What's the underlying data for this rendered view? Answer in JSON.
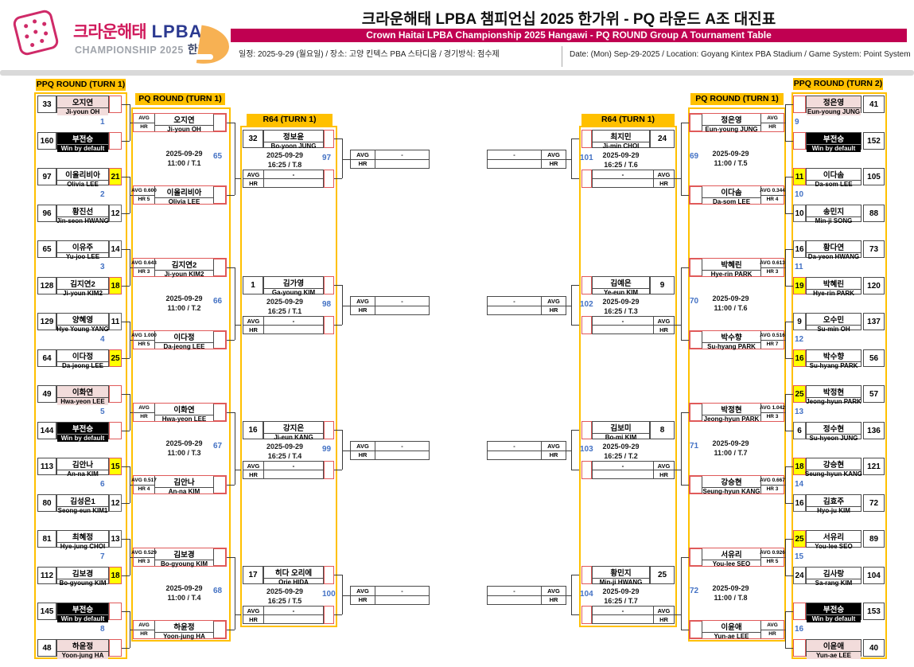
{
  "header": {
    "logo": {
      "brand_kr": "크라운해태",
      "brand_lpba": "LPBA",
      "sub": "CHAMPIONSHIP 2025",
      "sub_kr": "한가위"
    },
    "title_kr": "크라운해태 LPBA 챔피언십 2025 한가위 - PQ 라운드 A조 대진표",
    "title_en": "Crown Haitai LPBA Championship 2025 Hangawi - PQ ROUND Group A Tournament Table",
    "info_kr": "일정: 2025-9-29 (월요일) / 장소: 고양 킨텍스 PBA 스타디움 / 경기방식: 점수제",
    "info_en": "Date: (Mon) Sep-29-2025 / Location: Goyang Kintex PBA Stadium / Game System: Point System"
  },
  "bracket": {
    "left": {
      "ppq_header": "PPQ ROUND (TURN 1)",
      "pq_header": "PQ ROUND (TURN 1)",
      "r64_header": "R64 (TURN 1)",
      "ppq_match_numbers": [
        "1",
        "2",
        "3",
        "4",
        "5",
        "6",
        "7",
        "8"
      ],
      "ppq_slots": [
        {
          "seed": "33",
          "kr": "오지연",
          "en": "Ji-youn OH",
          "score": "",
          "variant": "pink"
        },
        {
          "seed": "160",
          "kr": "부전승",
          "en": "Win by default",
          "score": "",
          "variant": "bye"
        },
        {
          "seed": "97",
          "kr": "이올리비아",
          "en": "Olivia LEE",
          "score": "21",
          "variant": "win"
        },
        {
          "seed": "96",
          "kr": "황진선",
          "en": "Jin-seon HWANG",
          "score": "12",
          "variant": "lose"
        },
        {
          "seed": "65",
          "kr": "이유주",
          "en": "Yu-joo LEE",
          "score": "14",
          "variant": "lose"
        },
        {
          "seed": "128",
          "kr": "김지연2",
          "en": "Ji-youn KIM2",
          "score": "18",
          "variant": "win"
        },
        {
          "seed": "129",
          "kr": "양혜영",
          "en": "Hye Young YANG",
          "score": "11",
          "variant": "lose"
        },
        {
          "seed": "64",
          "kr": "이다정",
          "en": "Da-jeong LEE",
          "score": "25",
          "variant": "win"
        },
        {
          "seed": "49",
          "kr": "이화연",
          "en": "Hwa-yeon LEE",
          "score": "",
          "variant": "pink"
        },
        {
          "seed": "144",
          "kr": "부전승",
          "en": "Win by default",
          "score": "",
          "variant": "bye"
        },
        {
          "seed": "113",
          "kr": "김안나",
          "en": "An-na KIM",
          "score": "15",
          "variant": "win"
        },
        {
          "seed": "80",
          "kr": "김성은1",
          "en": "Seong-eun KIM1",
          "score": "12",
          "variant": "lose"
        },
        {
          "seed": "81",
          "kr": "최혜정",
          "en": "Hye-jung CHOI",
          "score": "13",
          "variant": "lose"
        },
        {
          "seed": "112",
          "kr": "김보경",
          "en": "Bo-gyoung KIM",
          "score": "18",
          "variant": "win"
        },
        {
          "seed": "145",
          "kr": "부전승",
          "en": "Win by default",
          "score": "",
          "variant": "bye"
        },
        {
          "seed": "48",
          "kr": "하윤정",
          "en": "Yoon-jung HA",
          "score": "",
          "variant": "pink"
        }
      ],
      "pq_matches": [
        {
          "n": "65",
          "date": "2025-09-29",
          "time": "11:00 / T.1",
          "top": {
            "kr": "오지연",
            "en": "Ji-youn OH",
            "avg": "AVG",
            "hr": "HR"
          },
          "bottom": {
            "kr": "이올리비아",
            "en": "Olivia LEE",
            "avg": "AVG 0.600",
            "hr": "HR 5"
          }
        },
        {
          "n": "66",
          "date": "2025-09-29",
          "time": "11:00 / T.2",
          "top": {
            "kr": "김지연2",
            "en": "Ji-youn KIM2",
            "avg": "AVG 0.643",
            "hr": "HR 3"
          },
          "bottom": {
            "kr": "이다정",
            "en": "Da-jeong LEE",
            "avg": "AVG 1.000",
            "hr": "HR 5"
          }
        },
        {
          "n": "67",
          "date": "2025-09-29",
          "time": "11:00 / T.3",
          "top": {
            "kr": "이화연",
            "en": "Hwa-yeon LEE",
            "avg": "AVG",
            "hr": "HR"
          },
          "bottom": {
            "kr": "김안나",
            "en": "An-na KIM",
            "avg": "AVG 0.517",
            "hr": "HR 4"
          }
        },
        {
          "n": "68",
          "date": "2025-09-29",
          "time": "11:00 / T.4",
          "top": {
            "kr": "김보경",
            "en": "Bo-gyoung KIM",
            "avg": "AVG 0.529",
            "hr": "HR 3"
          },
          "bottom": {
            "kr": "하윤정",
            "en": "Yoon-jung HA",
            "avg": "AVG",
            "hr": "HR"
          }
        }
      ],
      "r64_matches": [
        {
          "n": "97",
          "seed": "32",
          "kr": "정보윤",
          "en": "Bo-yoon JUNG",
          "date": "2025-09-29",
          "time": "16:25 / T.8",
          "avg_label": "AVG",
          "hr_label": "HR",
          "avg_value": "-",
          "hr_value": ""
        },
        {
          "n": "98",
          "seed": "1",
          "kr": "김가영",
          "en": "Ga-young KIM",
          "date": "2025-09-29",
          "time": "16:25 / T.1",
          "avg_label": "AVG",
          "hr_label": "HR",
          "avg_value": "-",
          "hr_value": ""
        },
        {
          "n": "99",
          "seed": "16",
          "kr": "강지은",
          "en": "Ji-eun KANG",
          "date": "2025-09-29",
          "time": "16:25 / T.4",
          "avg_label": "AVG",
          "hr_label": "HR",
          "avg_value": "-",
          "hr_value": ""
        },
        {
          "n": "100",
          "seed": "17",
          "kr": "히다 오리에",
          "en": "Orie HIDA",
          "date": "2025-09-29",
          "time": "16:25 / T.5",
          "avg_label": "AVG",
          "hr_label": "HR",
          "avg_value": "-",
          "hr_value": ""
        }
      ],
      "winner_boxes": [
        {
          "avg_label": "AVG",
          "hr_label": "HR",
          "avg_value": "-",
          "hr_value": ""
        },
        {
          "avg_label": "AVG",
          "hr_label": "HR",
          "avg_value": "-",
          "hr_value": ""
        },
        {
          "avg_label": "AVG",
          "hr_label": "HR",
          "avg_value": "-",
          "hr_value": ""
        },
        {
          "avg_label": "AVG",
          "hr_label": "HR",
          "avg_value": "-",
          "hr_value": ""
        }
      ]
    },
    "right": {
      "ppq_header": "PPQ ROUND (TURN 2)",
      "pq_header": "PQ ROUND (TURN 1)",
      "r64_header": "R64 (TURN 1)",
      "ppq_match_numbers": [
        "9",
        "10",
        "11",
        "12",
        "13",
        "14",
        "15",
        "16"
      ],
      "ppq_slots": [
        {
          "seed": "41",
          "kr": "정은영",
          "en": "Eun-young JUNG",
          "score": "",
          "variant": "pink"
        },
        {
          "seed": "152",
          "kr": "부전승",
          "en": "Win by default",
          "score": "",
          "variant": "bye"
        },
        {
          "seed": "105",
          "kr": "이다솜",
          "en": "Da-som LEE",
          "score": "11",
          "variant": "win"
        },
        {
          "seed": "88",
          "kr": "송민지",
          "en": "Min-ji SONG",
          "score": "10",
          "variant": "lose"
        },
        {
          "seed": "73",
          "kr": "황다연",
          "en": "Da-yeon HWANG",
          "score": "16",
          "variant": "lose"
        },
        {
          "seed": "120",
          "kr": "박혜린",
          "en": "Hye-rin PARK",
          "score": "19",
          "variant": "win"
        },
        {
          "seed": "137",
          "kr": "오수민",
          "en": "Su-min OH",
          "score": "9",
          "variant": "lose"
        },
        {
          "seed": "56",
          "kr": "박수향",
          "en": "Su-hyang PARK",
          "score": "16",
          "variant": "win"
        },
        {
          "seed": "57",
          "kr": "박정현",
          "en": "Jeong-hyun PARK",
          "score": "25",
          "variant": "win"
        },
        {
          "seed": "136",
          "kr": "정수현",
          "en": "Su-hyeon JUNG",
          "score": "6",
          "variant": "lose"
        },
        {
          "seed": "121",
          "kr": "강승현",
          "en": "Seung-hyun KANG",
          "score": "18",
          "variant": "win"
        },
        {
          "seed": "72",
          "kr": "김효주",
          "en": "Hyo-ju KIM",
          "score": "16",
          "variant": "lose"
        },
        {
          "seed": "89",
          "kr": "서유리",
          "en": "You-lee SEO",
          "score": "25",
          "variant": "win"
        },
        {
          "seed": "104",
          "kr": "김사랑",
          "en": "Sa-rang KIM",
          "score": "24",
          "variant": "lose"
        },
        {
          "seed": "153",
          "kr": "부전승",
          "en": "Win by default",
          "score": "",
          "variant": "bye"
        },
        {
          "seed": "40",
          "kr": "이윤애",
          "en": "Yun-ae LEE",
          "score": "",
          "variant": "pink"
        }
      ],
      "pq_matches": [
        {
          "n": "69",
          "date": "2025-09-29",
          "time": "11:00 / T.5",
          "top": {
            "kr": "정은영",
            "en": "Eun-young JUNG",
            "avg": "AVG",
            "hr": "HR"
          },
          "bottom": {
            "kr": "이다솜",
            "en": "Da-som LEE",
            "avg": "AVG 0.344",
            "hr": "HR 4"
          }
        },
        {
          "n": "70",
          "date": "2025-09-29",
          "time": "11:00 / T.6",
          "top": {
            "kr": "박혜린",
            "en": "Hye-rin PARK",
            "avg": "AVG 0.613",
            "hr": "HR 3"
          },
          "bottom": {
            "kr": "박수향",
            "en": "Su-hyang PARK",
            "avg": "AVG 0.516",
            "hr": "HR 7"
          }
        },
        {
          "n": "71",
          "date": "2025-09-29",
          "time": "11:00 / T.7",
          "top": {
            "kr": "박정현",
            "en": "Jeong-hyun PARK",
            "avg": "AVG 1.042",
            "hr": "HR 3"
          },
          "bottom": {
            "kr": "강승현",
            "en": "Seung-hyun KANG",
            "avg": "AVG 0.667",
            "hr": "HR 3"
          }
        },
        {
          "n": "72",
          "date": "2025-09-29",
          "time": "11:00 / T.8",
          "top": {
            "kr": "서유리",
            "en": "You-lee SEO",
            "avg": "AVG 0.926",
            "hr": "HR 5"
          },
          "bottom": {
            "kr": "이윤애",
            "en": "Yun-ae LEE",
            "avg": "AVG",
            "hr": "HR"
          }
        }
      ],
      "r64_matches": [
        {
          "n": "101",
          "seed": "24",
          "kr": "최지민",
          "en": "Ji-min CHOI",
          "date": "2025-09-29",
          "time": "16:25 / T.6",
          "avg_label": "AVG",
          "hr_label": "HR",
          "avg_value": "-",
          "hr_value": ""
        },
        {
          "n": "102",
          "seed": "9",
          "kr": "김예은",
          "en": "Ye-eun KIM",
          "date": "2025-09-29",
          "time": "16:25 / T.3",
          "avg_label": "AVG",
          "hr_label": "HR",
          "avg_value": "-",
          "hr_value": ""
        },
        {
          "n": "103",
          "seed": "8",
          "kr": "김보미",
          "en": "Bo-mi KIM",
          "date": "2025-09-29",
          "time": "16:25 / T.2",
          "avg_label": "AVG",
          "hr_label": "HR",
          "avg_value": "-",
          "hr_value": ""
        },
        {
          "n": "104",
          "seed": "25",
          "kr": "황민지",
          "en": "Min-ji HWANG",
          "date": "2025-09-29",
          "time": "16:25 / T.7",
          "avg_label": "AVG",
          "hr_label": "HR",
          "avg_value": "-",
          "hr_value": ""
        }
      ],
      "winner_boxes": [
        {
          "avg_label": "AVG",
          "hr_label": "HR",
          "avg_value": "-",
          "hr_value": ""
        },
        {
          "avg_label": "AVG",
          "hr_label": "HR",
          "avg_value": "-",
          "hr_value": ""
        },
        {
          "avg_label": "AVG",
          "hr_label": "HR",
          "avg_value": "-",
          "hr_value": ""
        },
        {
          "avg_label": "AVG",
          "hr_label": "HR",
          "avg_value": "-",
          "hr_value": ""
        }
      ]
    }
  }
}
